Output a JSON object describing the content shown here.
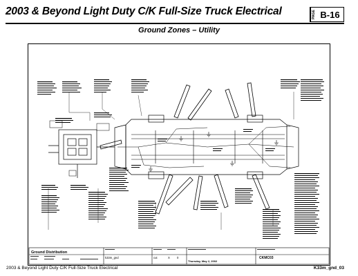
{
  "header": {
    "title": "2003 & Beyond Light Duty C/K Full-Size Truck Electrical",
    "page_label": "PAGE",
    "page_number": "B-16"
  },
  "subtitle": "Ground Zones – Utility",
  "title_block": {
    "title": "Ground Distribution",
    "file": "k33m_gnd",
    "col1": "cut",
    "col2": "X",
    "col3": "0",
    "code": "CKMC03",
    "date": "Thursday, May 2, 2002"
  },
  "footer": {
    "left": "2003 & Beyond Light Duty C/K Full-Size Truck Electrical",
    "right": "K33m_gnd_03"
  },
  "colors": {
    "ink": "#000000",
    "paper": "#ffffff"
  }
}
